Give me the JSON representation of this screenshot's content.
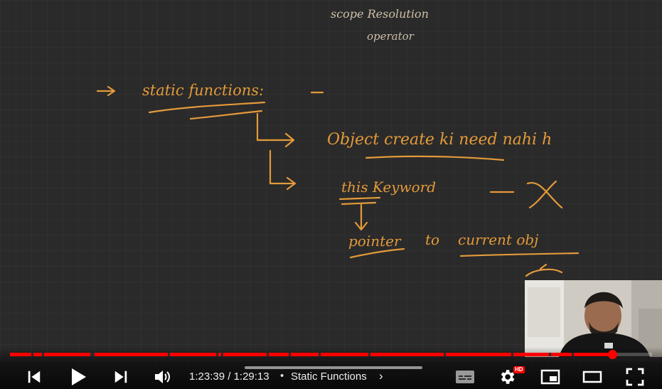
{
  "board": {
    "heading_line1": "scope Resolution",
    "heading_line2": "operator",
    "line_static": "static functions:",
    "line_object": "Object create ki need nahi h",
    "line_this": "this Keyword",
    "line_pointer_a": "pointer",
    "line_pointer_b": "to",
    "line_pointer_c": "current obj"
  },
  "player": {
    "progress_fraction": 0.9377,
    "time_current": "1:23:39",
    "time_separator": "/",
    "time_total": "1:29:13",
    "chapter_separator": "•",
    "chapter_title": "Static Functions",
    "chapter_chevron": "›",
    "hd_badge": "HD",
    "icons": {
      "previous": "skip-previous-icon",
      "play": "play-icon",
      "next": "skip-next-icon",
      "volume": "volume-icon",
      "subtitles": "subtitles-icon",
      "settings": "settings-gear-icon",
      "miniplayer": "miniplayer-icon",
      "theater": "theater-mode-icon",
      "fullscreen": "fullscreen-icon"
    },
    "colors": {
      "accent": "#ff0000",
      "ink": "#e39a3a",
      "board": "#2b2b2b"
    }
  }
}
